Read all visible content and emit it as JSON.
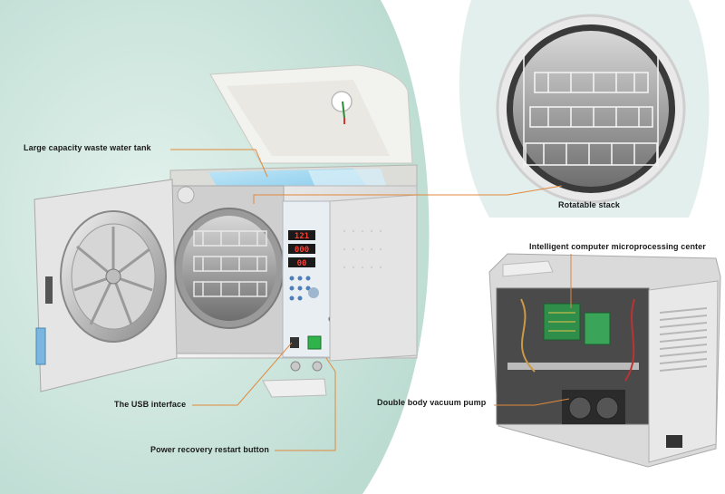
{
  "callouts": {
    "waste_tank": "Large capacity waste water tank",
    "rotatable_stack": "Rotatable stack",
    "processing_center": "Intelligent computer microprocessing center",
    "usb_interface": "The USB interface",
    "vacuum_pump": "Double body vacuum pump",
    "restart_button": "Power recovery restart button"
  },
  "display": {
    "readout_1": "121",
    "readout_2": "000",
    "readout_3": "00"
  },
  "colors": {
    "background_mint": "#cfe8e0",
    "leader_line": "#e08a3c",
    "display_red": "#ff3b2f",
    "power_switch_green": "#2fb34a"
  }
}
